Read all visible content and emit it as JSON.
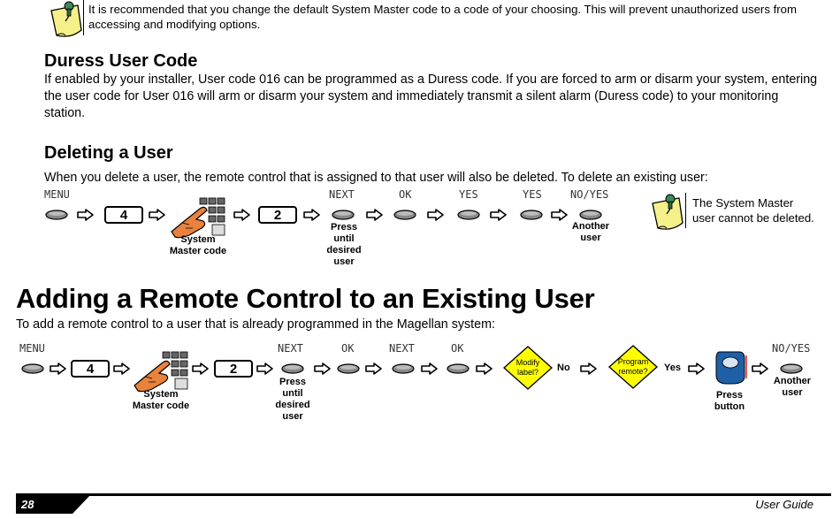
{
  "note_top": "It is recommended that you change the default System Master code to a code of your choosing. This will prevent unauthorized users from accessing and modifying options.",
  "duress": {
    "heading": "Duress User Code",
    "body": "If enabled by your installer, User code 016 can be programmed as a Duress code. If you are forced to arm or disarm your system, entering the user code for User 016 will arm or disarm your system and immediately transmit a silent alarm (Duress code) to your monitoring station."
  },
  "deleting": {
    "heading": "Deleting a User",
    "body": "When you delete a user, the remote control that is assigned to that user will also be deleted. To delete an existing user:",
    "lcd": {
      "menu": "MENU",
      "next": "NEXT",
      "ok": "OK",
      "yes1": "YES",
      "yes2": "YES",
      "noyes": "NO/YES"
    },
    "key1": "4",
    "key2": "2",
    "cap_master": "System\nMaster code",
    "cap_press": "Press\nuntil\ndesired\nuser",
    "cap_another": "Another\nuser",
    "note": "The System Master\nuser cannot be deleted."
  },
  "adding": {
    "heading": "Adding a Remote Control to an Existing User",
    "body": "To add a remote control to a user that is already programmed in the Magellan system:",
    "lcd": {
      "menu": "MENU",
      "next1": "NEXT",
      "ok1": "OK",
      "next2": "NEXT",
      "ok2": "OK",
      "noyes": "NO/YES"
    },
    "key1": "4",
    "key2": "2",
    "cap_master": "System\nMaster code",
    "cap_press": "Press\nuntil\ndesired\nuser",
    "diamond1": "Modify\nlabel?",
    "diamond1_out": "No",
    "diamond2": "Program\nremote?",
    "diamond2_out": "Yes",
    "cap_press_button": "Press\nbutton",
    "cap_another": "Another\nuser"
  },
  "footer": {
    "page": "28",
    "title": "User Guide"
  },
  "colors": {
    "diamond_fill": "#ffff00",
    "remote_blue": "#1f5fa8",
    "hand_skin": "#e8823c",
    "note_yellow": "#f5f08a"
  }
}
